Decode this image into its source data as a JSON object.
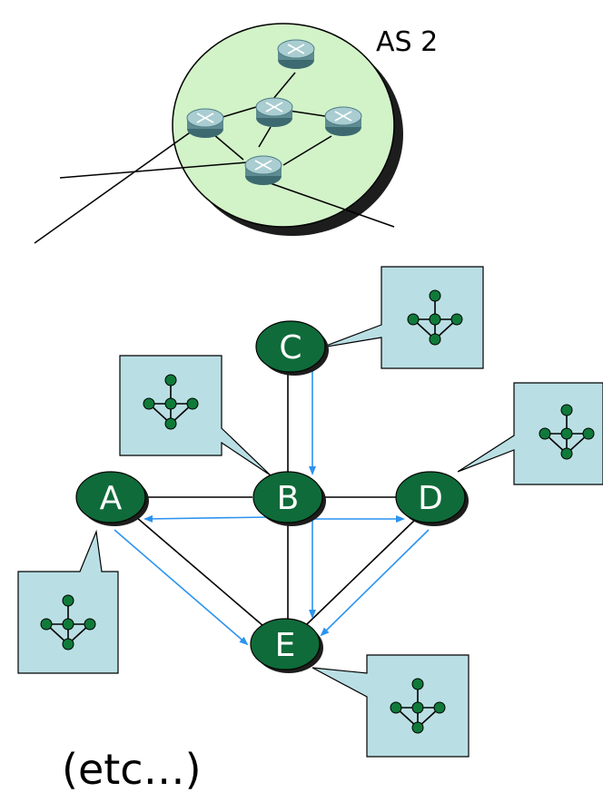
{
  "as_label": "AS 2",
  "footer_text": "(etc…)",
  "nodes": [
    "A",
    "B",
    "C",
    "D",
    "E"
  ],
  "edges": [
    [
      "A",
      "B"
    ],
    [
      "B",
      "C"
    ],
    [
      "B",
      "D"
    ],
    [
      "B",
      "E"
    ],
    [
      "A",
      "E"
    ],
    [
      "D",
      "E"
    ]
  ],
  "arrows": [
    [
      "C",
      "B"
    ],
    [
      "B",
      "A"
    ],
    [
      "B",
      "D"
    ],
    [
      "B",
      "E"
    ],
    [
      "A",
      "E"
    ],
    [
      "D",
      "E"
    ]
  ],
  "colors": {
    "as_fill": "#d2f2c8",
    "as_shadow": "#1d1d1d",
    "node_fill": "#0f6b3a",
    "callout_fill": "#b9dfe4",
    "mini_node": "#0f7a3a",
    "arrow": "#2b93f0",
    "router_body": "#5e8c92",
    "router_top": "#a9cdd1"
  }
}
